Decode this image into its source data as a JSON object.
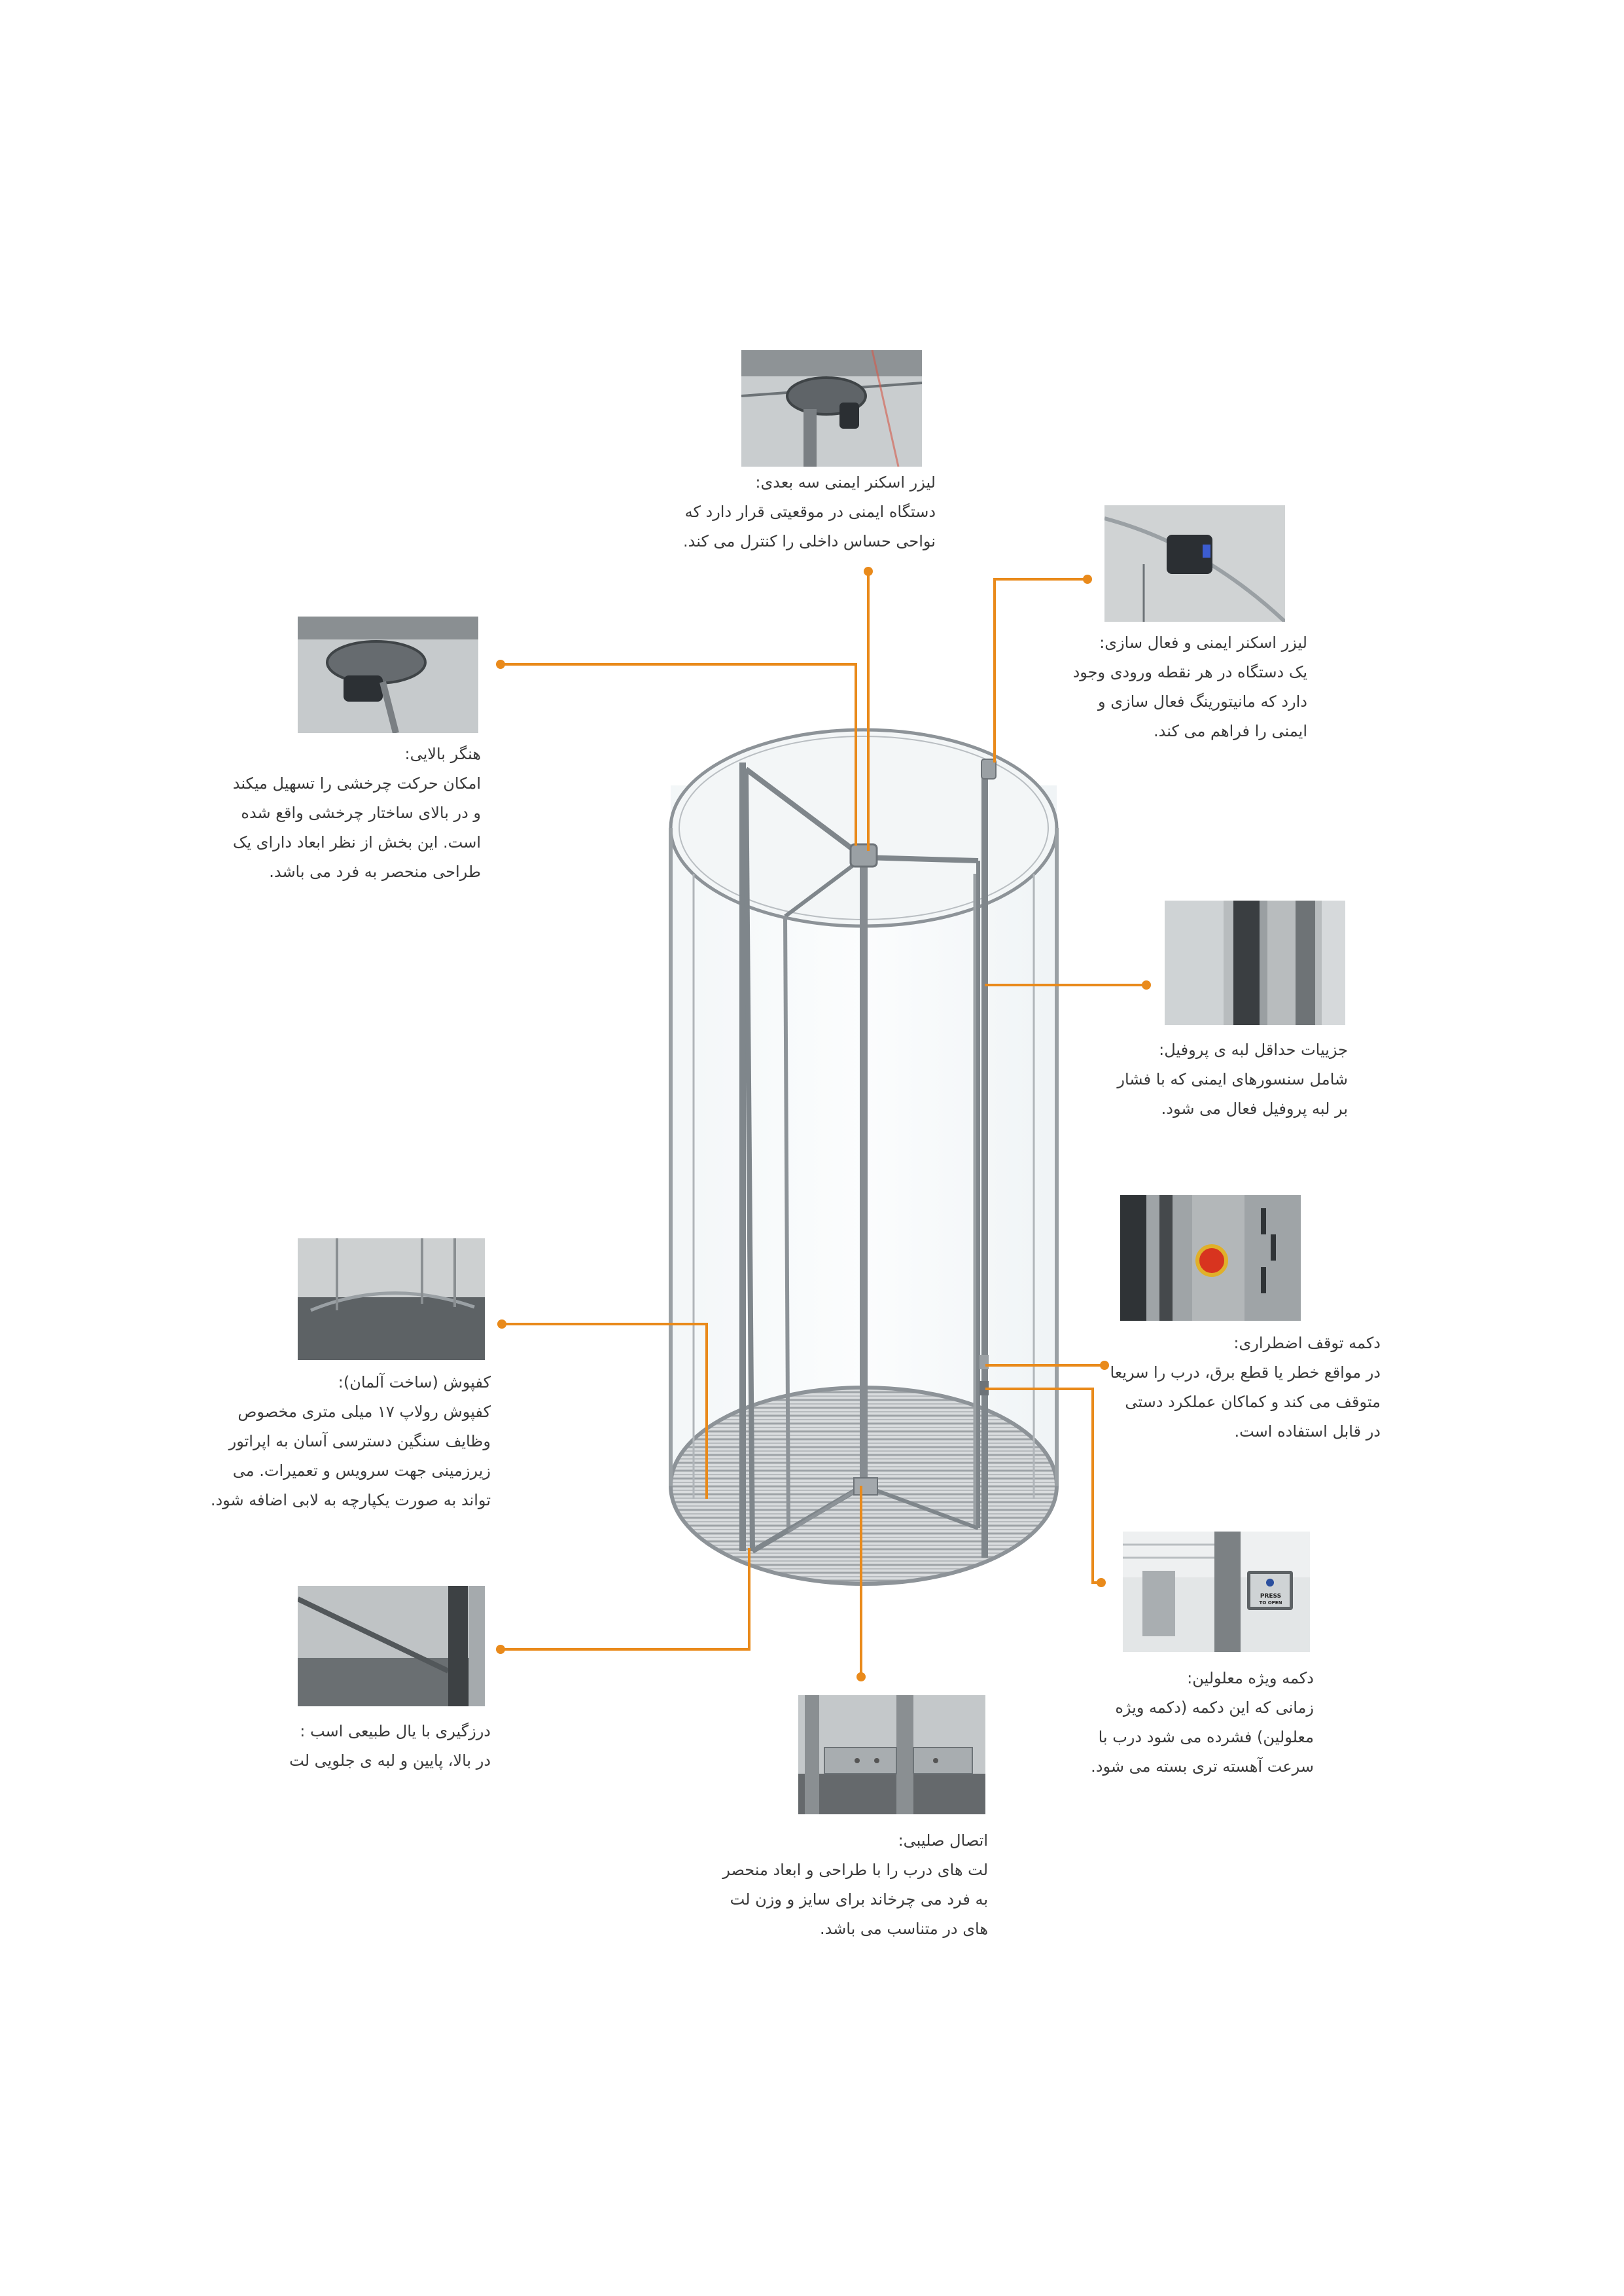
{
  "colors": {
    "leader": "#e98a1b",
    "frame": "#8d9398",
    "glass": "#e4ecef",
    "text": "#3a3a3a"
  },
  "product_drawing": "revolving-door-3d-drawing",
  "features": [
    {
      "id": "laser-3d",
      "title": "لیزر اسکنر ایمنی سه بعدی:",
      "body": "دستگاه ایمنی در موقعیتی قرار دارد که\nنواحی حساس داخلی را کنترل می کند."
    },
    {
      "id": "laser-activation",
      "title": "لیزر اسکنر ایمنی و فعال سازی:",
      "body": "یک دستگاه در هر نقطه ورودی وجود\nدارد که مانیتورینگ فعال سازی و\nایمنی را فراهم می کند."
    },
    {
      "id": "top-hanger",
      "title": "هنگر بالایی:",
      "body": "امکان حرکت چرخشی را تسهیل میکند\nو در بالای ساختار چرخشی واقع شده\nاست. این بخش از نظر ابعاد دارای یک\nطراحی منحصر به فرد می باشد."
    },
    {
      "id": "profile-edge",
      "title": "جزییات حداقل لبه ی پروفیل:",
      "body": "شامل سنسورهای ایمنی که با فشار\nبر لبه پروفیل فعال می شود."
    },
    {
      "id": "emergency-stop",
      "title": "دکمه توقف اضطراری:",
      "body": "در مواقع خطر یا قطع برق، درب را سریعا\nمتوقف می کند و کماکان عملکرد دستی\nدر قابل استفاده است."
    },
    {
      "id": "floor-cover",
      "title": "کفپوش (ساخت آلمان):",
      "body": "کفپوش رولاپ ۱۷ میلی متری مخصوص\nوظایف سنگین دسترسی آسان به اپراتور\nزیرزمینی جهت سرویس و تعمیرات. می\nتواند به صورت یکپارچه به لابی اضافه شود."
    },
    {
      "id": "disabled-button",
      "title": "دکمه ویژه معلولین:",
      "body": "زمانی که این دکمه (دکمه ویژه\nمعلولین) فشرده می شود درب با\nسرعت آهسته تری بسته می شود.",
      "button_text": [
        "PRESS",
        "TO OPEN"
      ]
    },
    {
      "id": "brush-seal",
      "title": "درزگیری با یال طبیعی اسب :",
      "body": "در بالا، پایین و لبه ی جلویی لت"
    },
    {
      "id": "cross-joint",
      "title": "اتصال صلیبی:",
      "body": "لت های درب را با طراحی و ابعاد منحصر\nبه فرد می چرخاند برای سایز و وزن لت\nهای در متناسب می باشد."
    }
  ]
}
